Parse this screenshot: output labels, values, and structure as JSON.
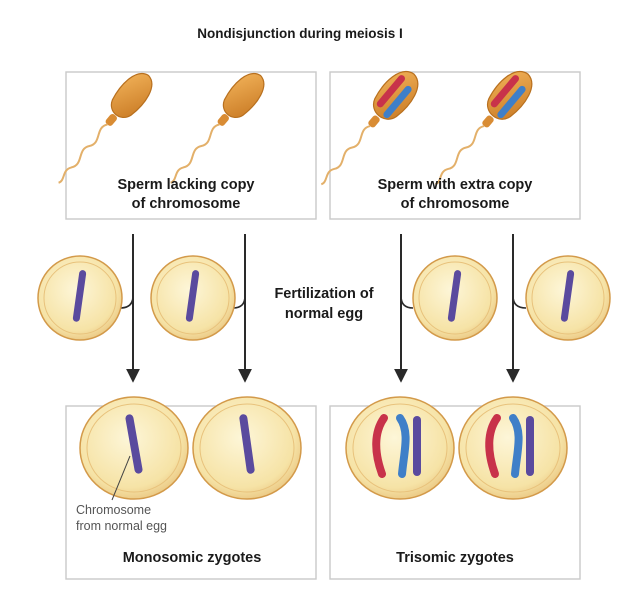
{
  "title": "Nondisjunction during meiosis I",
  "top_left_caption": [
    "Sperm lacking copy",
    "of chromosome"
  ],
  "top_right_caption": [
    "Sperm with extra copy",
    "of chromosome"
  ],
  "middle_caption": [
    "Fertilization of",
    "normal egg"
  ],
  "annotation": [
    "Chromosome",
    "from normal egg"
  ],
  "bottom_left_caption": "Monosomic zygotes",
  "bottom_right_caption": "Trisomic zygotes",
  "colors": {
    "sperm_fill": "#e29a3c",
    "sperm_dark": "#b8701f",
    "egg_fill": "#f8e9b6",
    "egg_rim": "#d39a4a",
    "chromosome_purple": "#5a4a9e",
    "chromosome_red": "#c8324a",
    "chromosome_blue": "#3f7fc8",
    "arrow": "#2a2a2a"
  }
}
